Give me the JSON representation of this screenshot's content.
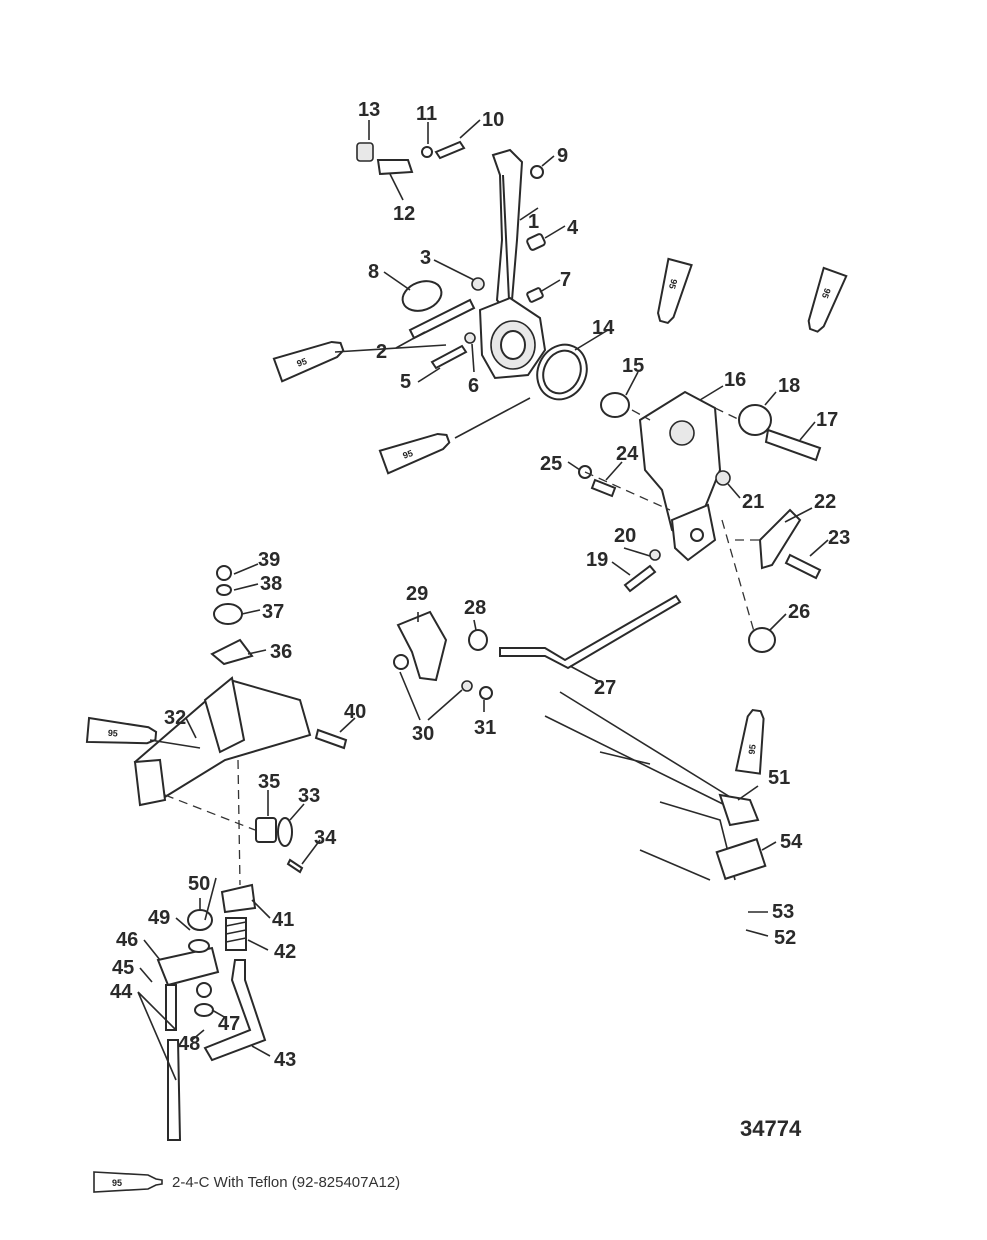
{
  "diagram": {
    "reference_number": "34774",
    "tube_code": "95",
    "callouts": [
      "1",
      "2",
      "3",
      "4",
      "5",
      "6",
      "7",
      "8",
      "9",
      "10",
      "11",
      "12",
      "13",
      "14",
      "15",
      "16",
      "17",
      "18",
      "19",
      "20",
      "21",
      "22",
      "23",
      "24",
      "25",
      "26",
      "27",
      "28",
      "29",
      "30",
      "31",
      "32",
      "33",
      "34",
      "35",
      "36",
      "37",
      "38",
      "39",
      "40",
      "41",
      "42",
      "43",
      "44",
      "45",
      "46",
      "47",
      "48",
      "49",
      "50",
      "51",
      "52",
      "53",
      "54"
    ]
  },
  "legend": {
    "tube_code": "95",
    "text": "2-4-C  With Teflon (92-825407A12)"
  }
}
